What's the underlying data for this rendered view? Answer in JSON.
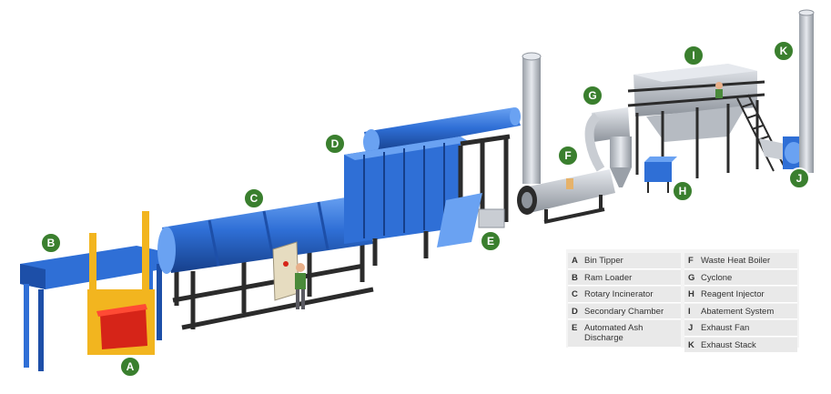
{
  "markers": [
    "A",
    "B",
    "C",
    "D",
    "E",
    "F",
    "G",
    "H",
    "I",
    "J",
    "K"
  ],
  "legend": {
    "left": [
      {
        "key": "A",
        "label": "Bin Tipper"
      },
      {
        "key": "B",
        "label": "Ram Loader"
      },
      {
        "key": "C",
        "label": "Rotary Incinerator"
      },
      {
        "key": "D",
        "label": "Secondary Chamber"
      },
      {
        "key": "E",
        "label": "Automated Ash Discharge"
      }
    ],
    "right": [
      {
        "key": "F",
        "label": "Waste Heat Boiler"
      },
      {
        "key": "G",
        "label": "Cyclone"
      },
      {
        "key": "H",
        "label": "Reagent Injector"
      },
      {
        "key": "I",
        "label": "Abatement System"
      },
      {
        "key": "J",
        "label": "Exhaust Fan"
      },
      {
        "key": "K",
        "label": "Exhaust Stack"
      }
    ]
  },
  "colors": {
    "blue": "#2f6fd6",
    "blue_dark": "#1d4fa8",
    "frame": "#2b2b2b",
    "yellow": "#f2b51f",
    "red": "#d62418",
    "steel": "#c9cdd3",
    "marker": "#3a7f2e"
  }
}
